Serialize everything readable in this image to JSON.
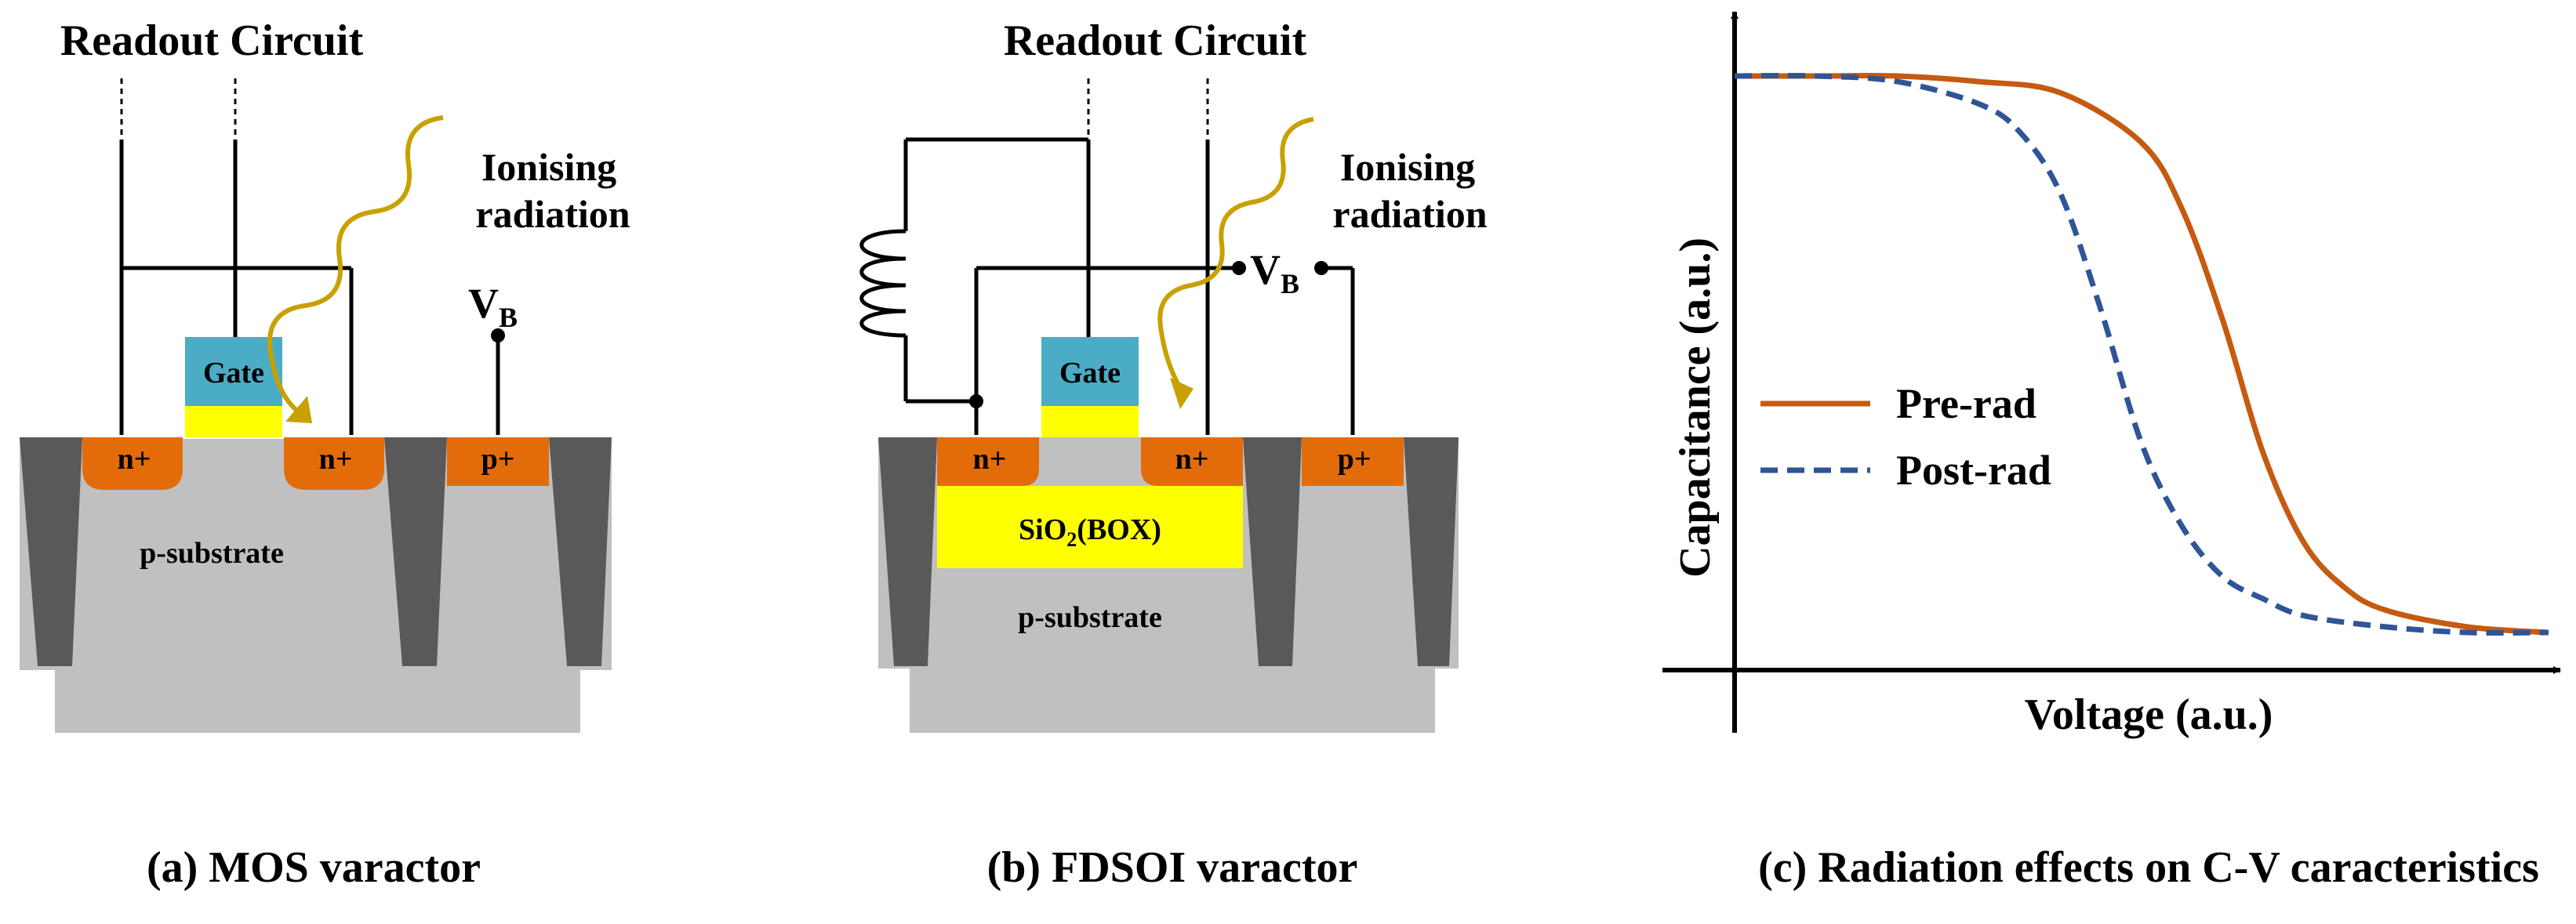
{
  "colors": {
    "substrate": "#c0c0c0",
    "trench": "#595959",
    "doping": "#e36c0a",
    "gate": "#4bacc6",
    "gate_oxide": "#ffff00",
    "box": "#ffff00",
    "wire": "#000000",
    "radiation": "#c8a000",
    "pre_rad": "#c55a11",
    "post_rad": "#2f5597"
  },
  "panel_a": {
    "readout": "Readout Circuit",
    "radiation_line1": "Ionising",
    "radiation_line2": "radiation",
    "vb_main": "V",
    "vb_sub": "B",
    "gate": "Gate",
    "n_left": "n+",
    "n_right": "n+",
    "p_plus": "p+",
    "substrate": "p-substrate",
    "caption": "(a) MOS varactor"
  },
  "panel_b": {
    "readout": "Readout Circuit",
    "radiation_line1": "Ionising",
    "radiation_line2": "radiation",
    "vb_main": "V",
    "vb_sub": "B",
    "gate": "Gate",
    "n_left": "n+",
    "n_right": "n+",
    "p_plus": "p+",
    "box_pre": "SiO",
    "box_sub": "2",
    "box_post": "(BOX)",
    "substrate": "p-substrate",
    "caption": "(b) FDSOI varactor"
  },
  "panel_c": {
    "caption": "(c) Radiation effects on C-V caracteristics"
  },
  "chart_data": {
    "type": "line",
    "title": "",
    "xlabel": "Voltage (a.u.)",
    "ylabel": "Capacitance (a.u.)",
    "xlim": [
      0,
      10
    ],
    "ylim": [
      0,
      1
    ],
    "series": [
      {
        "name": "Pre-rad",
        "style": "solid",
        "x": [
          0,
          1,
          2,
          3,
          4,
          5,
          5.5,
          6,
          6.5,
          7,
          7.5,
          8,
          9,
          10
        ],
        "values": [
          1.0,
          1.0,
          1.0,
          0.99,
          0.97,
          0.88,
          0.76,
          0.56,
          0.32,
          0.16,
          0.08,
          0.04,
          0.01,
          0.0
        ]
      },
      {
        "name": "Post-rad",
        "style": "dashed",
        "x": [
          0,
          1,
          2,
          3,
          3.5,
          4,
          4.5,
          5,
          5.5,
          6,
          6.5,
          7,
          8,
          9,
          10
        ],
        "values": [
          1.0,
          1.0,
          0.99,
          0.95,
          0.9,
          0.79,
          0.58,
          0.34,
          0.19,
          0.1,
          0.06,
          0.03,
          0.01,
          0.0,
          0.0
        ]
      }
    ],
    "legend_position": "center-left",
    "grid": false
  }
}
